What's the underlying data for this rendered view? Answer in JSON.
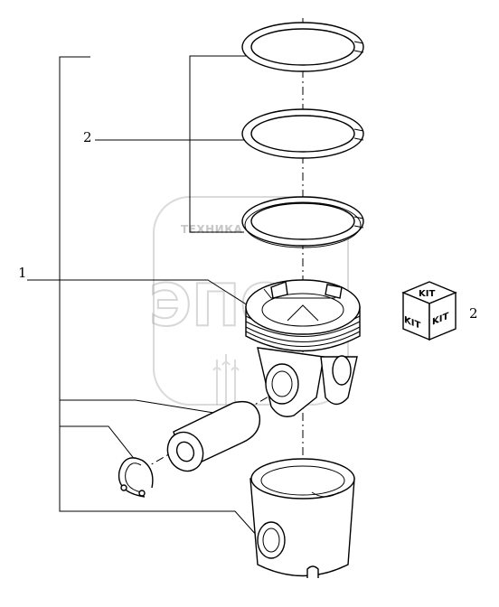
{
  "callouts": {
    "piston": "1",
    "rings": "2",
    "kit_ref": "2"
  },
  "kit_icon": {
    "top_label": "KIT",
    "left_label": "KIT",
    "right_label": "KIT"
  },
  "watermark": {
    "line_text": "ТЕХНИКА ⚙ ЗАПЧАСТИ",
    "big_text": "ЭПС"
  }
}
